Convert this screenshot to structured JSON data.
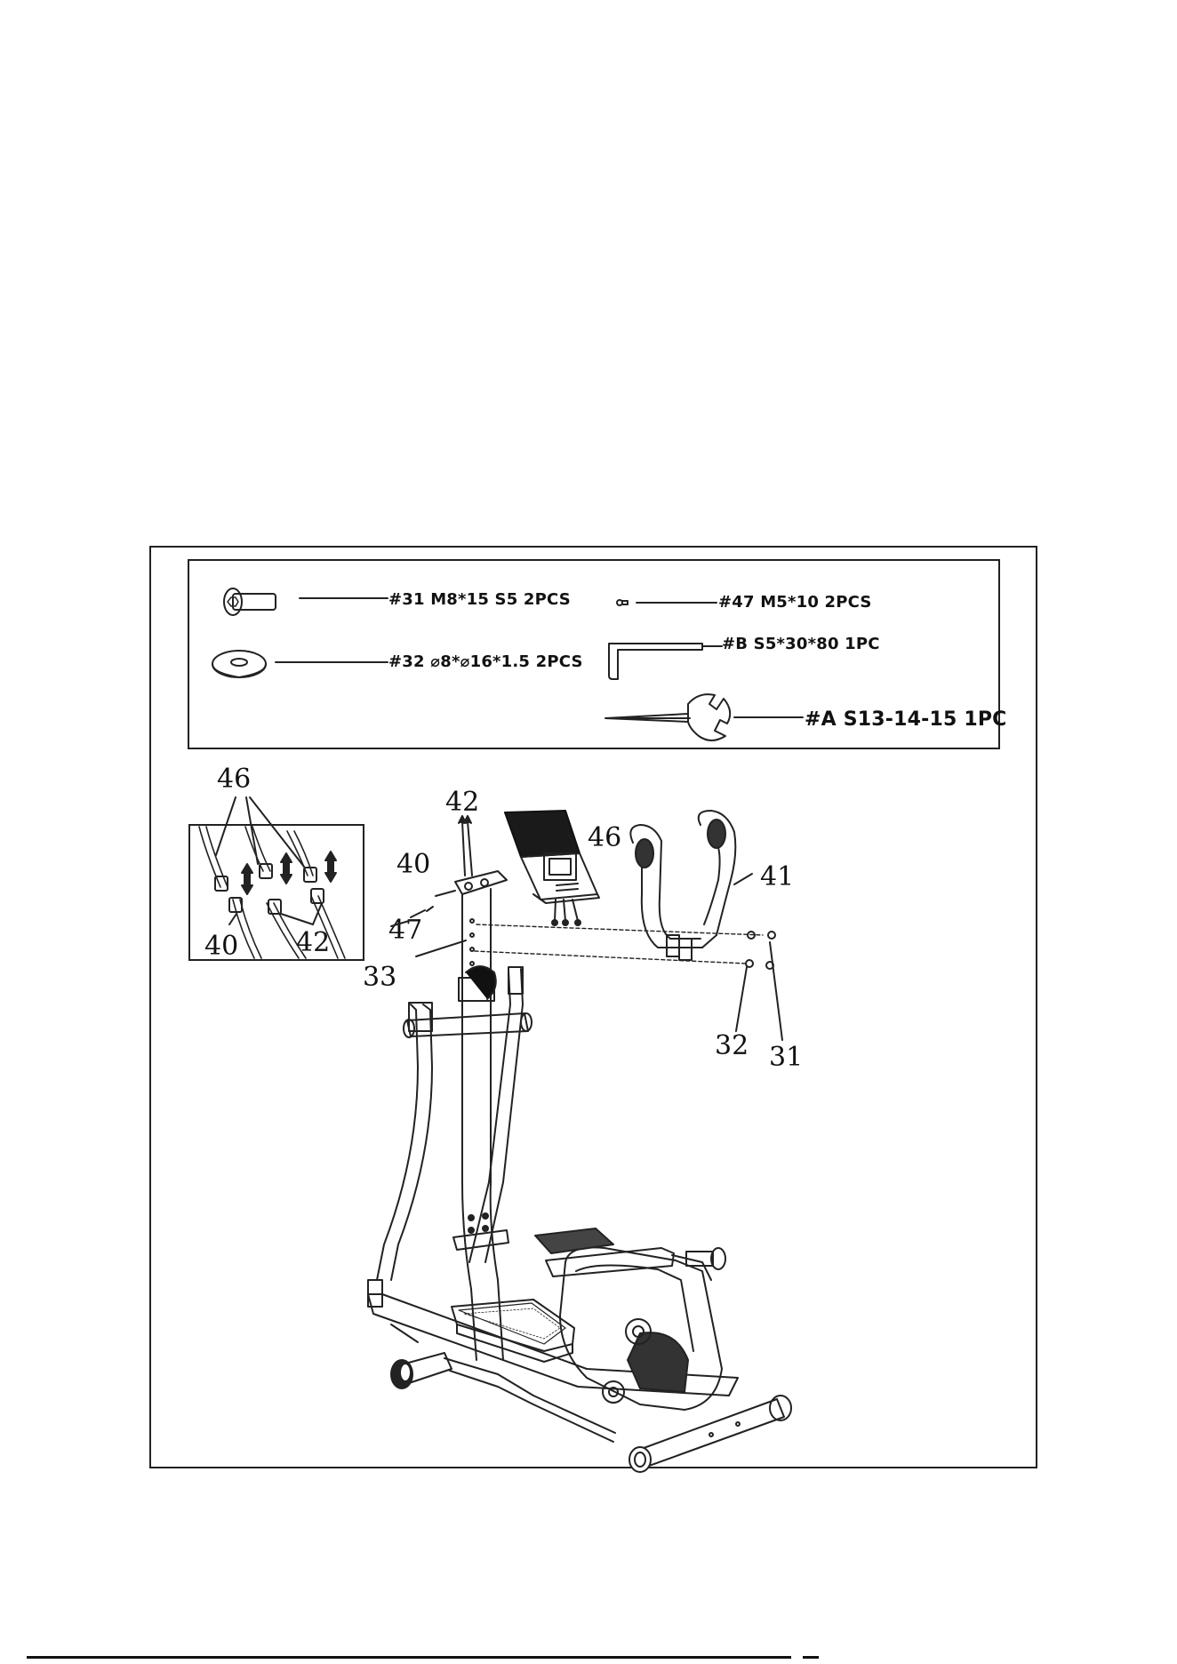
{
  "hardware": [
    {
      "id": "h31",
      "label": "#31 M8*15 S5 2PCS"
    },
    {
      "id": "h32",
      "label": "#32 ⌀8*⌀16*1.5 2PCS"
    },
    {
      "id": "h47",
      "label": "#47 M5*10 2PCS"
    },
    {
      "id": "hB",
      "label": "#B S5*30*80 1PC"
    },
    {
      "id": "hA",
      "label": "#A S13-14-15 1PC"
    }
  ],
  "callouts": {
    "inset_46": "46",
    "inset_40": "40",
    "inset_42": "42",
    "top_42": "42",
    "monitor_46": "46",
    "handlebar_41": "41",
    "screw_40": "40",
    "screw_47": "47",
    "mast_33": "33",
    "washer_32": "32",
    "bolt_31": "31"
  }
}
